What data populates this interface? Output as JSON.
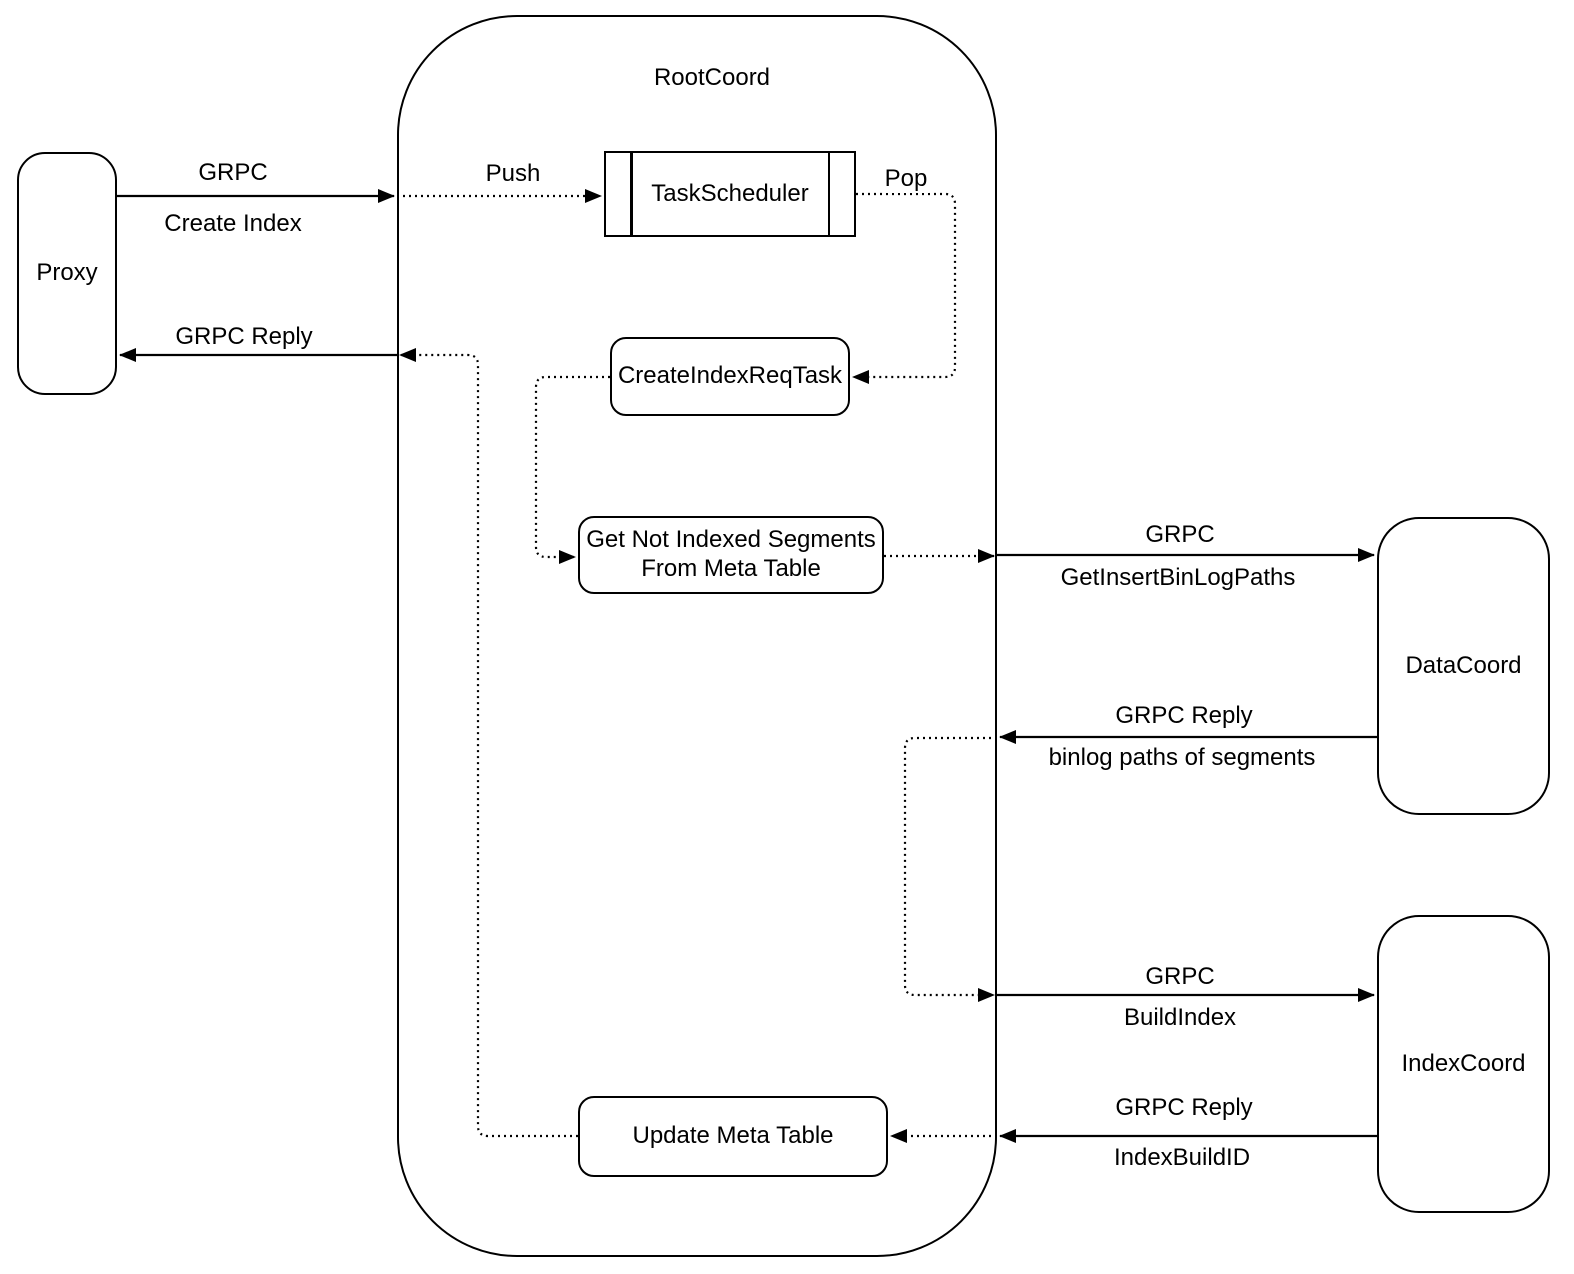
{
  "diagram": {
    "container_title": "RootCoord",
    "nodes": {
      "proxy": "Proxy",
      "task_scheduler": "TaskScheduler",
      "create_index_req_task": "CreateIndexReqTask",
      "get_not_indexed_line1": "Get Not Indexed Segments",
      "get_not_indexed_line2": "From Meta Table",
      "update_meta_table": "Update Meta Table",
      "data_coord": "DataCoord",
      "index_coord": "IndexCoord"
    },
    "edge_labels": {
      "grpc_create_index": "GRPC",
      "create_index": "Create Index",
      "grpc_reply_to_proxy": "GRPC Reply",
      "push": "Push",
      "pop": "Pop",
      "grpc_get_insert": "GRPC",
      "get_insert_binlog_paths": "GetInsertBinLogPaths",
      "grpc_reply_binlog": "GRPC Reply",
      "binlog_paths_of_segments": "binlog paths of segments",
      "grpc_build_index": "GRPC",
      "build_index": "BuildIndex",
      "grpc_reply_index_build": "GRPC Reply",
      "index_build_id": "IndexBuildID"
    },
    "colors": {
      "stroke": "#000000",
      "background": "#ffffff"
    }
  }
}
